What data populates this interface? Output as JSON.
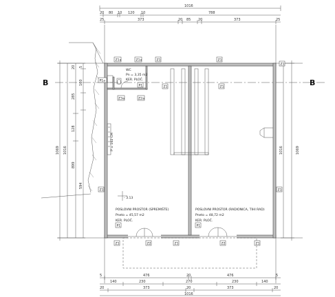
{
  "section_marks": {
    "left": "B",
    "right": "B"
  },
  "top_dims": {
    "overall": "1016",
    "row2": [
      "20",
      "80",
      "10",
      "120",
      "10",
      "788"
    ],
    "row3": [
      "25",
      "373",
      "20",
      "85",
      "20",
      "373",
      "25"
    ]
  },
  "bottom_dims": {
    "row1": [
      "5",
      "476",
      "20",
      "476",
      "5"
    ],
    "row2": [
      "140",
      "230",
      "270",
      "230",
      "140"
    ],
    "row3": [
      "20",
      "373",
      "20",
      "373",
      "20"
    ],
    "overall": "1016"
  },
  "left_dims": [
    "1069",
    "1016",
    "899",
    "594",
    "128",
    "285",
    "160",
    "5",
    "20"
  ],
  "right_dims": [
    "1016",
    "1069"
  ],
  "rooms": {
    "wc": {
      "name": "WC",
      "area": "Pn = 3,35 m2",
      "floor": "KER. PLOČ."
    },
    "left": {
      "name": "POSLOVNI PROSTOR (SPREMIŠTE)",
      "area": "Pneto = 45,57 m2",
      "floor": "KER. PLOČ.",
      "tag": "P1"
    },
    "right": {
      "name": "POSLOVNI PROSTOR (RADIONICA, TIHI RAD)",
      "area": "Pneto = 48,72 m2",
      "floor": "KER. PLOČ.",
      "tag": "P1"
    }
  },
  "level": "- 3.13",
  "tags": {
    "z1": "Z1",
    "z2": "Z2",
    "z1a": "Z1a",
    "z2a": "Z2a",
    "z3a": "Z3a",
    "p1": "P1",
    "p1a": "P1a"
  },
  "misc": {
    "stair": "P = 102 CM"
  }
}
